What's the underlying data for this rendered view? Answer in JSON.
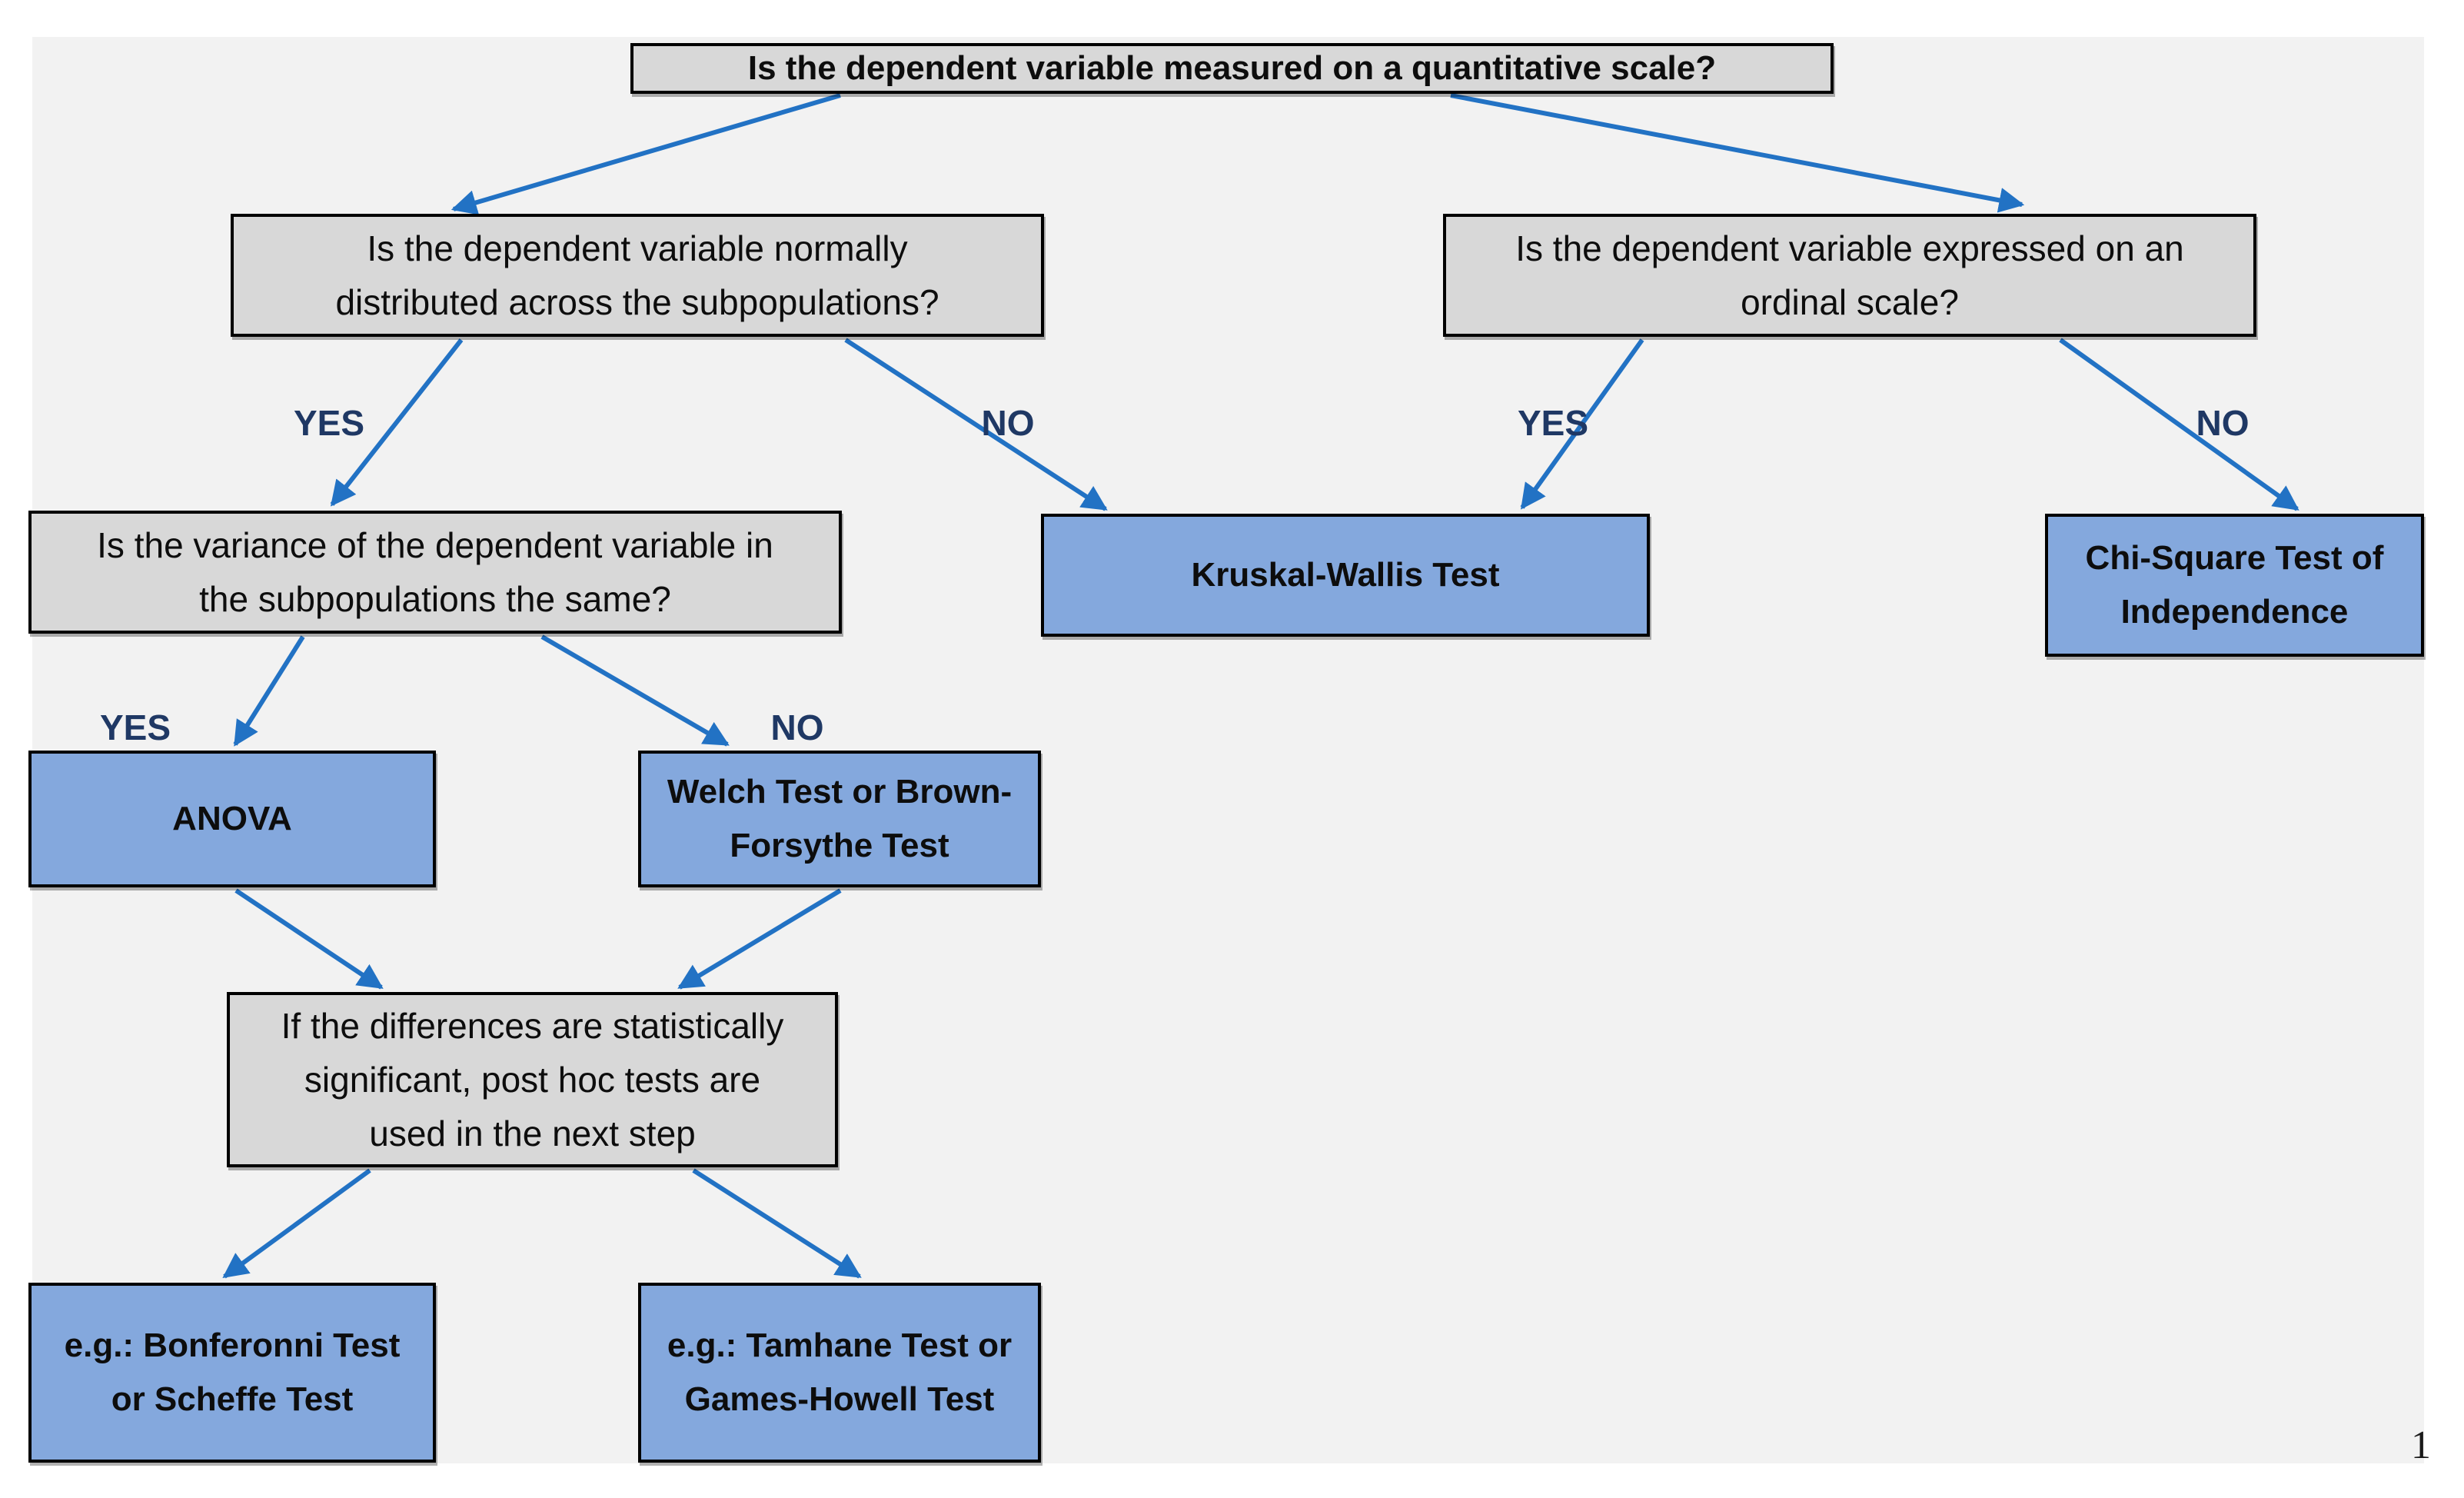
{
  "page": {
    "page_number": "1"
  },
  "colors": {
    "node_gray": "#d8d8d8",
    "node_blue": "#84a8dd",
    "arrow_blue": "#2272c4",
    "label_navy": "#1f3864",
    "canvas_bg": "#f2f2f2"
  },
  "edge_labels": {
    "yes": "YES",
    "no": "NO"
  },
  "nodes": {
    "q_quantitative": {
      "label": "Is the dependent variable measured on a quantitative scale?"
    },
    "q_normality": {
      "label": "Is the dependent variable normally\ndistributed across the subpopulations?"
    },
    "q_ordinal": {
      "label": "Is the dependent variable expressed on an\nordinal scale?"
    },
    "q_variance": {
      "label": "Is the variance of the dependent variable in\nthe subpopulations the same?"
    },
    "kruskal_wallis": {
      "label": "Kruskal-Wallis Test"
    },
    "chi_square": {
      "label": "Chi-Square Test of\nIndependence"
    },
    "anova": {
      "label": "ANOVA"
    },
    "welch_brown_forsythe": {
      "label": "Welch Test or Brown-\nForsythe Test"
    },
    "post_hoc_note": {
      "label": "If the differences are statistically\nsignificant, post hoc tests are\nused in the next step"
    },
    "bonferroni_scheffe": {
      "label": "e.g.: Bonferonni Test\nor Scheffe Test"
    },
    "tamhane_games_howell": {
      "label": "e.g.: Tamhane Test or\nGames-Howell Test"
    }
  }
}
